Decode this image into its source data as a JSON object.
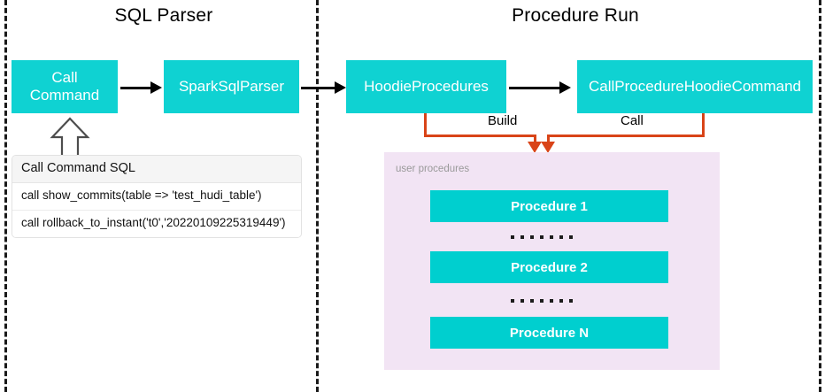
{
  "sections": [
    {
      "title": "SQL Parser"
    },
    {
      "title": "Procedure Run"
    }
  ],
  "nodes": {
    "call_command": "Call\nCommand",
    "call_command_line1": "Call",
    "call_command_line2": "Command",
    "spark_sql_parser": "SparkSqlParser",
    "hoodie_procedures": "HoodieProcedures",
    "call_procedure_hoodie_command": "CallProcedureHoodieCommand"
  },
  "sql_list": {
    "header": "Call Command SQL",
    "rows": [
      "call show_commits(table => 'test_hudi_table')",
      "call rollback_to_instant('t0','20220109225319449')"
    ]
  },
  "connectors": {
    "build_label": "Build",
    "call_label": "Call"
  },
  "user_procedures_panel": {
    "label": "user procedures",
    "items": [
      "Procedure 1",
      "Procedure 2",
      "Procedure N"
    ],
    "ellipsis": "......."
  },
  "colors": {
    "teal": "#0fd2d2",
    "panel_purple": "#f2e4f4",
    "connector_orange": "#d94418",
    "arrow_black": "#000000",
    "label_grey": "#9a9a9a"
  }
}
